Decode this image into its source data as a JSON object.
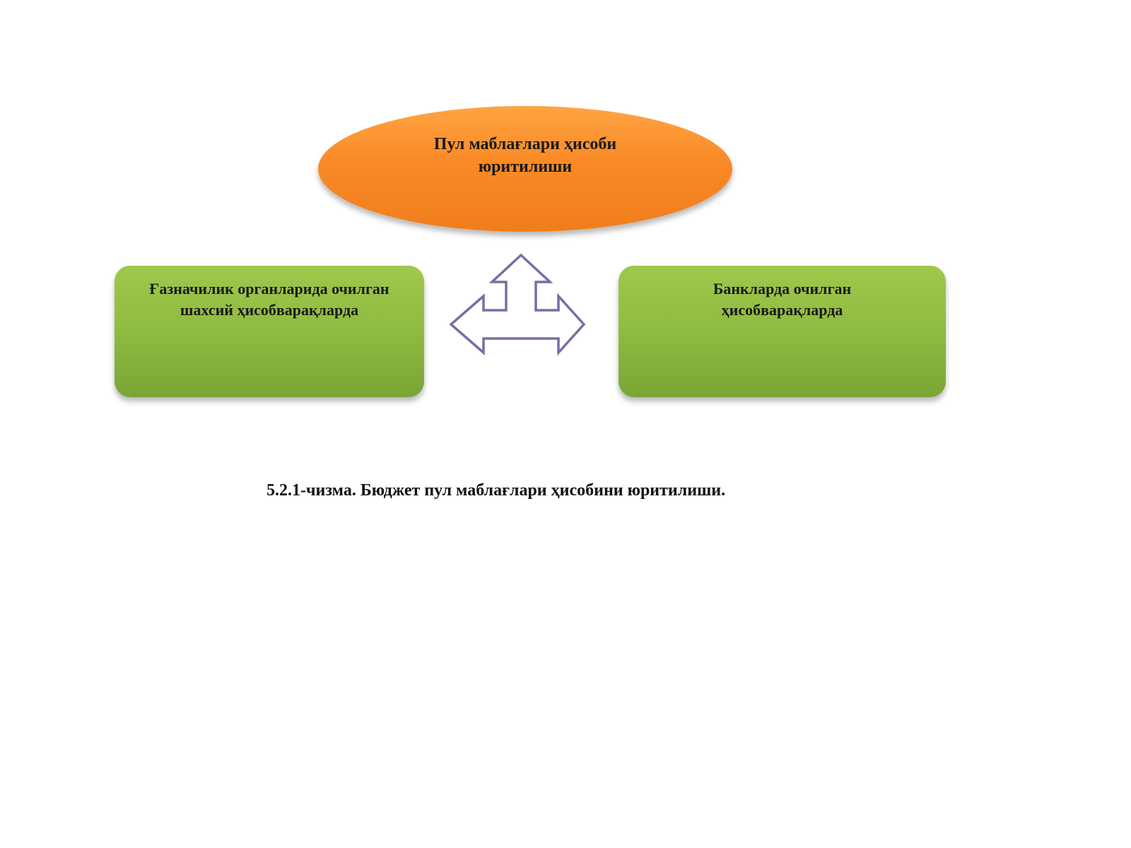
{
  "diagram": {
    "top_node": {
      "label": "Пул маблағлари ҳисоби юритилиши"
    },
    "left_node": {
      "label": "Ғазначилик органларида очилган шахсий ҳисобварақларда"
    },
    "right_node": {
      "label": "Банкларда очилган ҳисобварақларда"
    },
    "connector_icon": "three-way-arrow-icon",
    "colors": {
      "top_node_fill": "#f98a26",
      "side_node_fill": "#8fbb40",
      "arrow_stroke": "#7b6ca6",
      "arrow_fill": "#ffffff"
    }
  },
  "caption": "5.2.1-чизма. Бюджет пул маблағлари ҳисобини юритилиши."
}
